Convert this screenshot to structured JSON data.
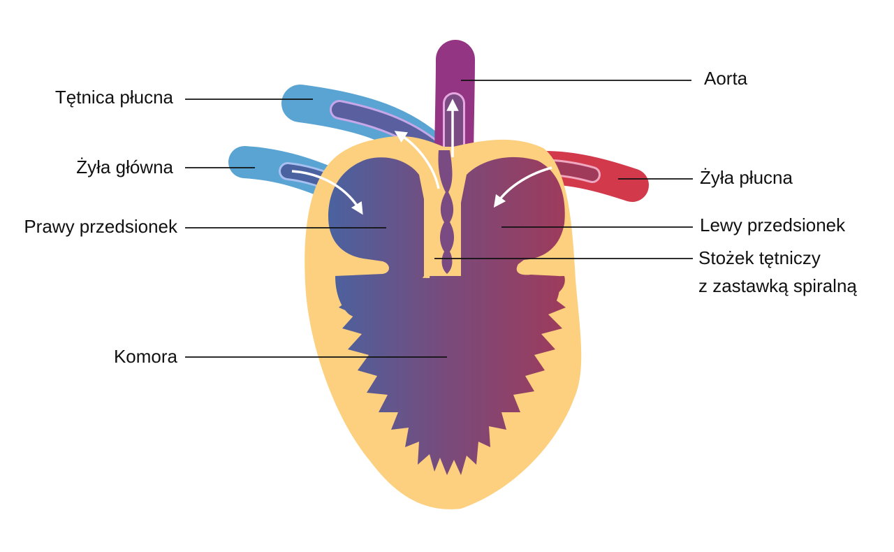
{
  "labels": {
    "pulmonary_artery": "Tętnica płucna",
    "main_vein": "Żyła główna",
    "right_atrium": "Prawy przedsionek",
    "ventricle": "Komora",
    "aorta": "Aorta",
    "pulmonary_vein": "Żyła płucna",
    "left_atrium": "Lewy przedsionek",
    "conus_line1": "Stożek tętniczy",
    "conus_line2": "z zastawką spiralną"
  },
  "colors": {
    "wall": "#fcd07e",
    "deoxygenated": "#5aa4d4",
    "oxygenated": "#d23a4c",
    "aorta": "#933583",
    "chamber_left_side": "#4a62a0",
    "chamber_right_side": "#a03a5a",
    "vessel_inner_blue": "#5a5fa0",
    "arrow": "#ffffff",
    "leader_line": "#111111"
  }
}
